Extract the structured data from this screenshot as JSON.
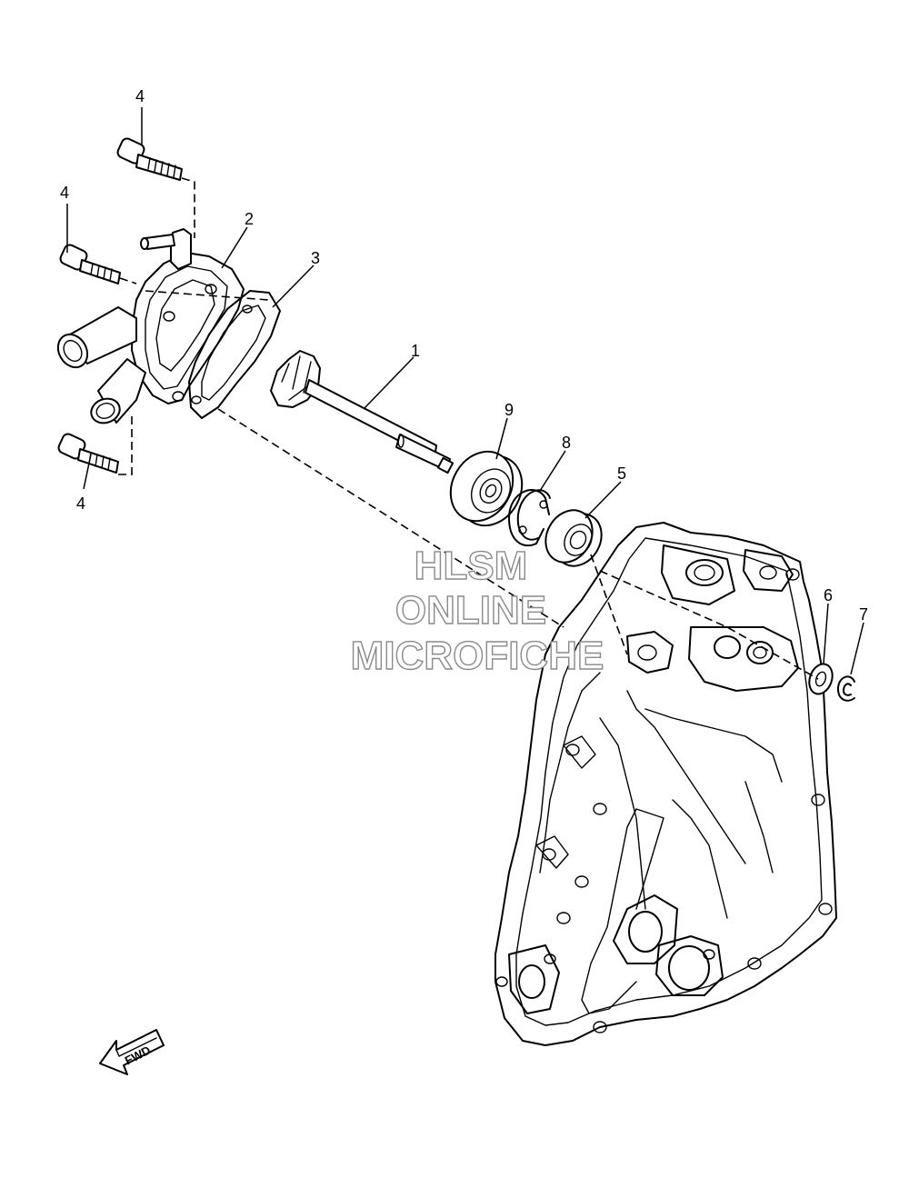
{
  "callouts": [
    {
      "id": "c1",
      "label": "1"
    },
    {
      "id": "c2",
      "label": "2"
    },
    {
      "id": "c3",
      "label": "3"
    },
    {
      "id": "c4a",
      "label": "4"
    },
    {
      "id": "c4b",
      "label": "4"
    },
    {
      "id": "c4c",
      "label": "4"
    },
    {
      "id": "c5",
      "label": "5"
    },
    {
      "id": "c6",
      "label": "6"
    },
    {
      "id": "c7",
      "label": "7"
    },
    {
      "id": "c8",
      "label": "8"
    },
    {
      "id": "c9",
      "label": "9"
    }
  ],
  "watermark": [
    "HLSM",
    "ONLINE",
    "MICROFICHE"
  ],
  "direction_label": "FWD",
  "colors": {
    "line": "#000000",
    "background": "#ffffff",
    "watermark_stroke": "#8a8a8a"
  }
}
